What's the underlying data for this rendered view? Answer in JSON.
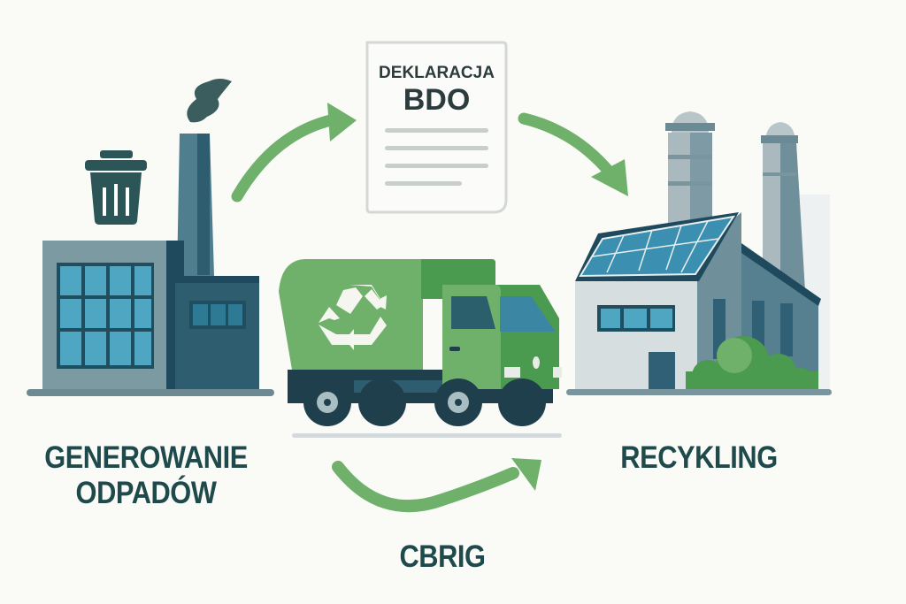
{
  "document": {
    "title_line1": "DEKLARACJA",
    "title_line2": "BDO",
    "text_lines": 4
  },
  "stages": {
    "source": {
      "label_line1": "GENEROWANIE",
      "label_line2": "ODPADÓW",
      "icon": "factory-with-trash-icon"
    },
    "transport": {
      "label": "CBRIG",
      "icon": "recycling-truck-icon"
    },
    "destination": {
      "label": "RECYKLING",
      "icon": "solar-recycling-plant-icon"
    }
  },
  "colors": {
    "background": "#fafaf7",
    "arrow_green": "#6fb06a",
    "text_dark": "#1f4a4c",
    "factory_blue": "#2f5d6e",
    "truck_green": "#5aa05a"
  }
}
